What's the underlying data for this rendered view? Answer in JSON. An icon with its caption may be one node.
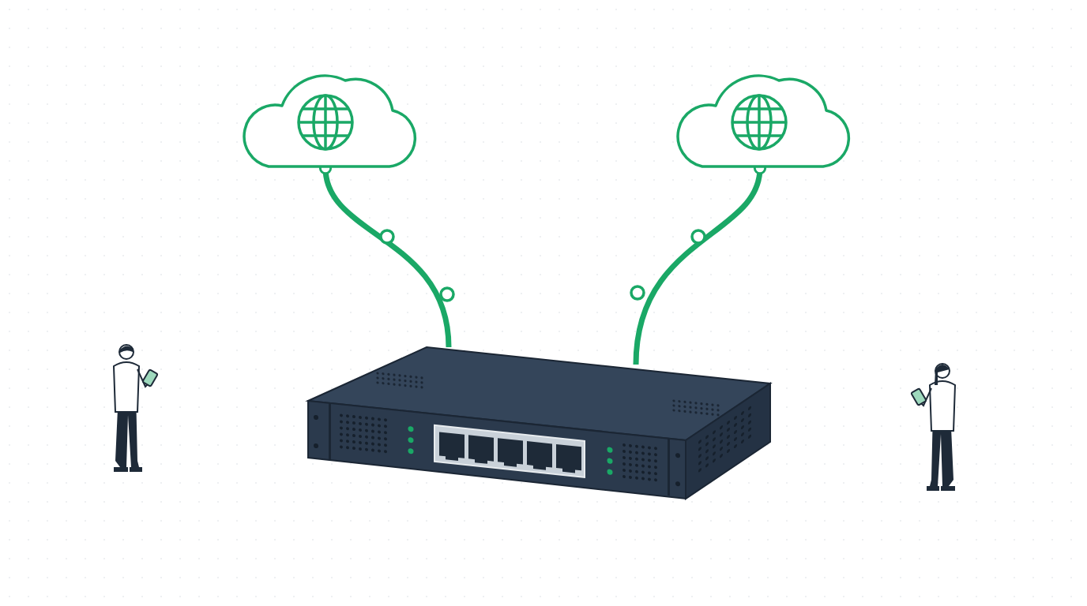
{
  "diagram": {
    "nodes": [
      {
        "text": [],
        "shape": "cloud"
      },
      {
        "text": [],
        "shape": "cloud"
      },
      {
        "text": [],
        "shape": "picture"
      }
    ],
    "edges": [
      {
        "from": 0,
        "to": 2,
        "arrow": "other"
      },
      {
        "from": 1,
        "to": 2,
        "arrow": "other"
      }
    ]
  }
}
